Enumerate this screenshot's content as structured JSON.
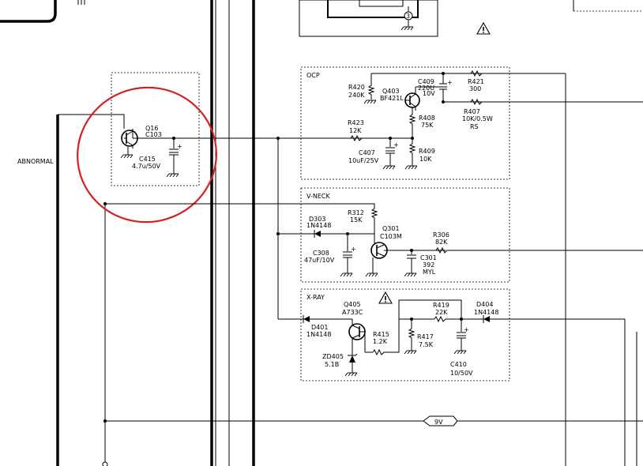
{
  "signals": {
    "abnormal": "ABNORMAL",
    "supply": "9V",
    "pin3": "3"
  },
  "sections": {
    "ocp": "OCP",
    "vneck": "V-NECK",
    "xray": "X-RAY"
  },
  "components": {
    "q16": {
      "ref": "Q16",
      "value": "C103"
    },
    "c415": {
      "ref": "C415",
      "value": "4.7u/50V"
    },
    "r420": {
      "ref": "R420",
      "value": "240K"
    },
    "q403": {
      "ref": "Q403",
      "value": "BF421L"
    },
    "c409": {
      "ref": "C409",
      "value": "220U",
      "rating": "10V"
    },
    "r421": {
      "ref": "R421",
      "value": "300"
    },
    "r407": {
      "ref": "R407",
      "value": "10K/0.5W",
      "type": "RS"
    },
    "r423": {
      "ref": "R423",
      "value": "12K"
    },
    "r408": {
      "ref": "R408",
      "value": "75K"
    },
    "c407": {
      "ref": "C407",
      "value": "10uF/25V"
    },
    "r409": {
      "ref": "R409",
      "value": "10K"
    },
    "d303": {
      "ref": "D303",
      "value": "1N4148"
    },
    "r312": {
      "ref": "R312",
      "value": "15K"
    },
    "q301": {
      "ref": "Q301",
      "value": "C103M"
    },
    "r306": {
      "ref": "R306",
      "value": "82K"
    },
    "c308": {
      "ref": "C308",
      "value": "47uF/10V"
    },
    "c301": {
      "ref": "C301",
      "value": "392",
      "type": "MYL"
    },
    "q405": {
      "ref": "Q405",
      "value": "A733C"
    },
    "r419": {
      "ref": "R419",
      "value": "22K"
    },
    "d404": {
      "ref": "D404",
      "value": "1N4148"
    },
    "d401": {
      "ref": "D401",
      "value": "1N4148"
    },
    "r415": {
      "ref": "R415",
      "value": "1.2K"
    },
    "r417": {
      "ref": "R417",
      "value": "7.5K"
    },
    "zd405": {
      "ref": "ZD405",
      "value": "5.1B"
    },
    "c410": {
      "ref": "C410",
      "value": "10/50V"
    }
  },
  "colors": {
    "highlight": "#d42020",
    "ink": "#000000",
    "background": "#ffffff"
  },
  "icons": [
    "warning-triangle-icon",
    "ground-icon",
    "transistor-icon",
    "diode-icon",
    "zener-diode-icon",
    "resistor-icon",
    "capacitor-icon"
  ]
}
